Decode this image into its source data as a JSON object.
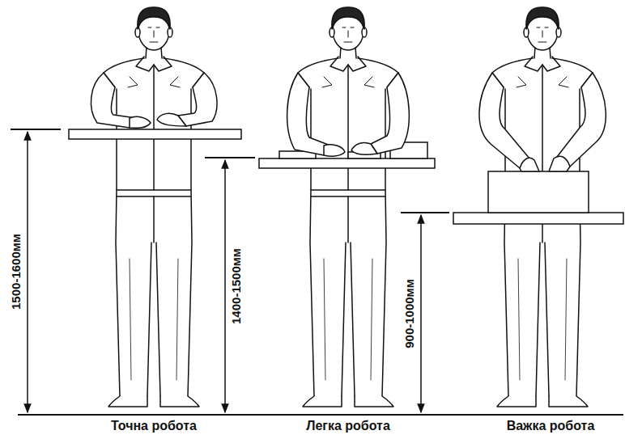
{
  "diagram": {
    "labels": [
      "1500-1600мм",
      "1400-1500мм",
      "900-1000мм",
      "Точна робота",
      "Легка робота",
      "Важка робота"
    ]
  }
}
